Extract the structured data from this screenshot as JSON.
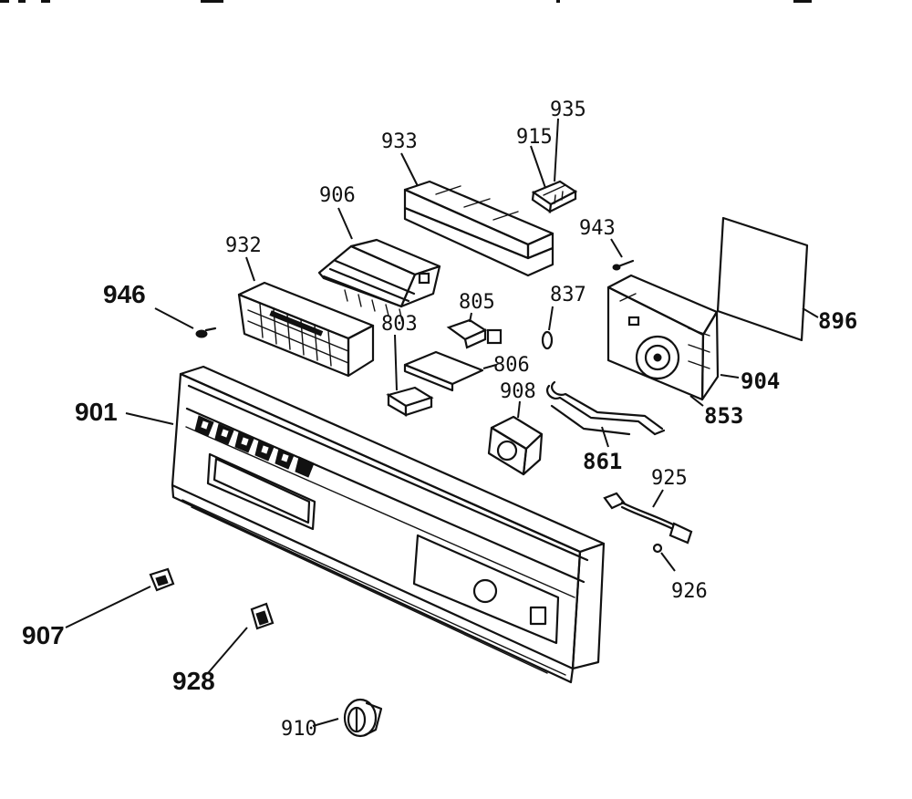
{
  "callouts": {
    "p896": "896",
    "p935": "935",
    "p915": "915",
    "p933": "933",
    "p906": "906",
    "p932": "932",
    "p943": "943",
    "p946": "946",
    "p805": "805",
    "p837": "837",
    "p803": "803",
    "p806": "806",
    "p904": "904",
    "p908": "908",
    "p853": "853",
    "p901": "901",
    "p861": "861",
    "p925": "925",
    "p926": "926",
    "p907": "907",
    "p928": "928",
    "p910": "910"
  }
}
